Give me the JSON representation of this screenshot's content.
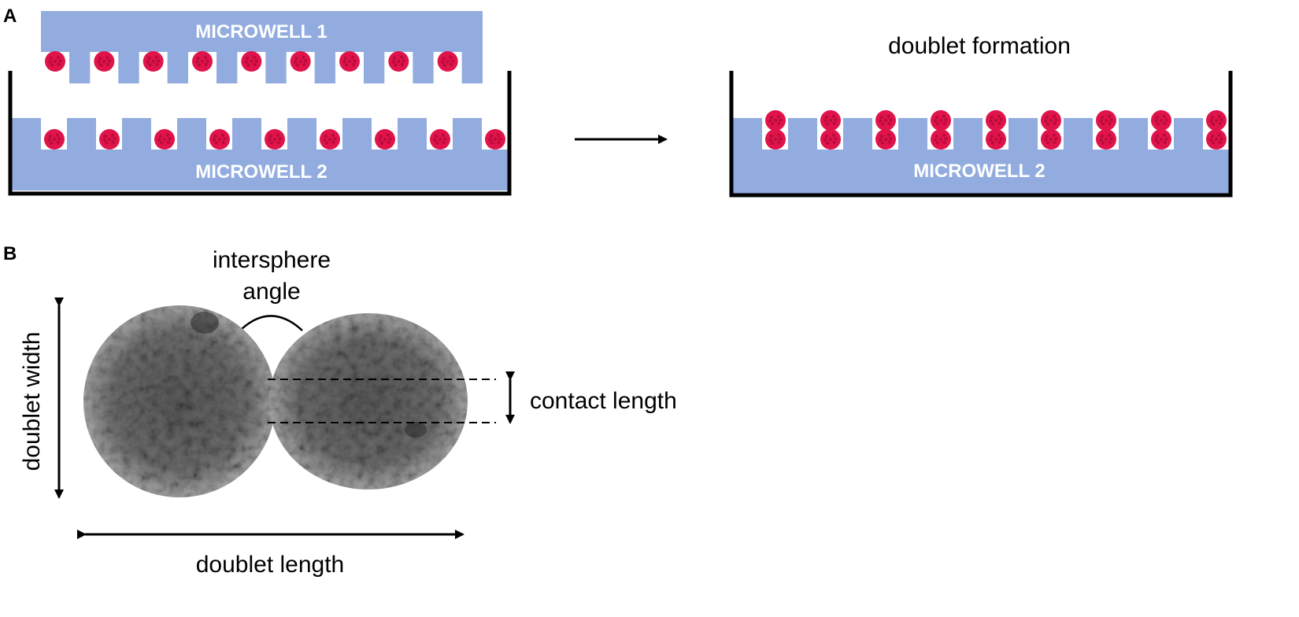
{
  "colors": {
    "microwell": "#92ACDF",
    "spheroid": "#E0134B",
    "spheroid_dot": "#B80C3A",
    "outline": "#000000",
    "tissue_light": "#8E8E8E",
    "tissue_dark": "#444444"
  },
  "panel_a": {
    "letter": "A",
    "microwell_1_label": "MICROWELL 1",
    "microwell_2_label": "MICROWELL 2",
    "right_microwell_2_label": "MICROWELL 2",
    "doublet_formation_label": "doublet formation",
    "wells_per_row": 9
  },
  "panel_b": {
    "letter": "B",
    "intersphere_angle_line1": "intersphere",
    "intersphere_angle_line2": "angle",
    "doublet_width_label": "doublet width",
    "contact_length_label": "contact length",
    "doublet_length_label": "doublet length"
  }
}
